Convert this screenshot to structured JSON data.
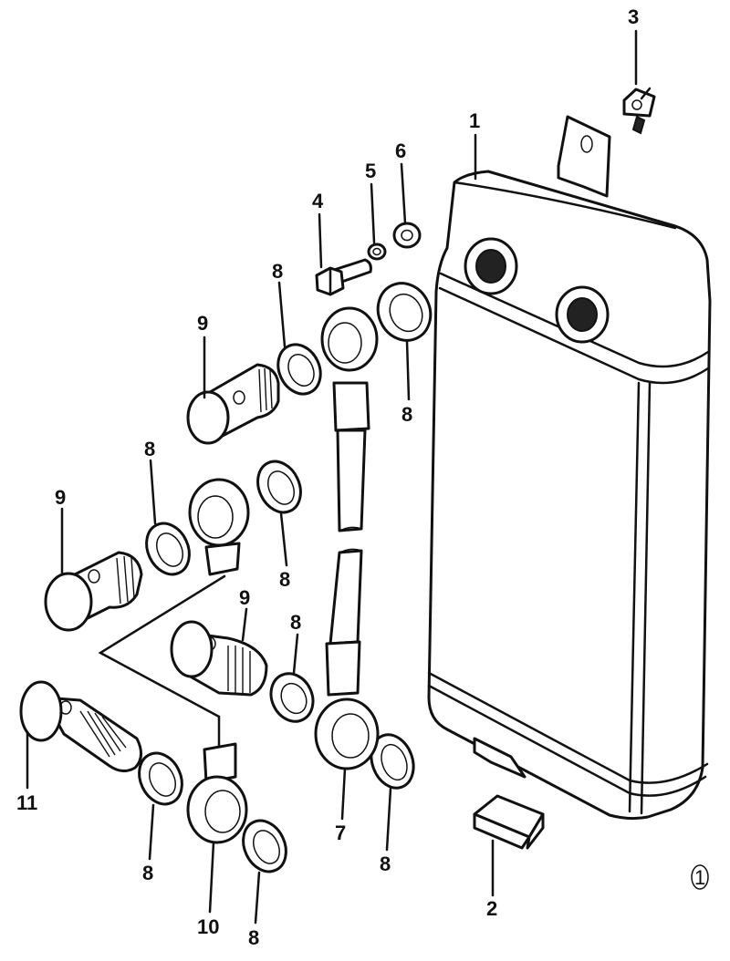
{
  "figure": {
    "number": "1",
    "callouts": {
      "radiator": "1",
      "pad": "2",
      "clip": "3",
      "bolt": "4",
      "spring_washer": "5",
      "washer": "6",
      "oil_pipe_upper": "7",
      "gasket": "8",
      "union_bolt": "9",
      "oil_pipe_lower": "10",
      "union_bolt_long": "11"
    }
  }
}
